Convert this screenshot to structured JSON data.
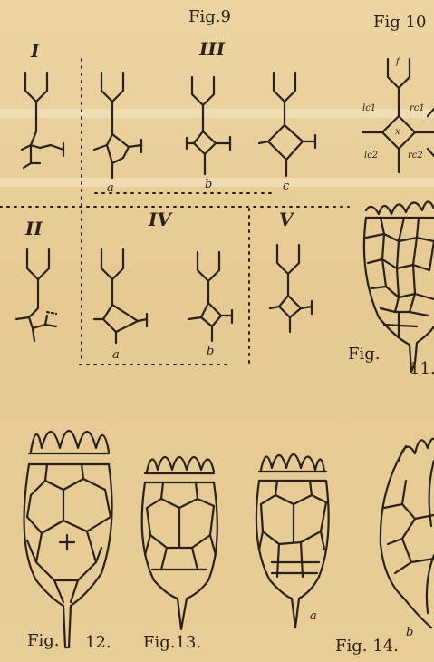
{
  "figure_labels": {
    "fig9": "Fig.9",
    "fig10": "Fig 10",
    "fig11_a": "Fig.",
    "fig11_b": "11.",
    "fig12_a": "Fig.",
    "fig12_b": "12.",
    "fig13": "Fig.13.",
    "fig14": "Fig. 14."
  },
  "roman_numerals": {
    "r1": "I",
    "r2": "II",
    "r3": "III",
    "r4": "IV",
    "r5": "V"
  },
  "sub_labels": {
    "a": "a",
    "b": "b",
    "c": "c"
  },
  "fig10_labels": {
    "f": "f",
    "lc1": "lc1",
    "rc1": "rc1",
    "x": "x",
    "lc2": "lc2",
    "rc2": "rc2"
  },
  "colors": {
    "paper": "#e9cf9a",
    "ink": "#2a2118"
  }
}
